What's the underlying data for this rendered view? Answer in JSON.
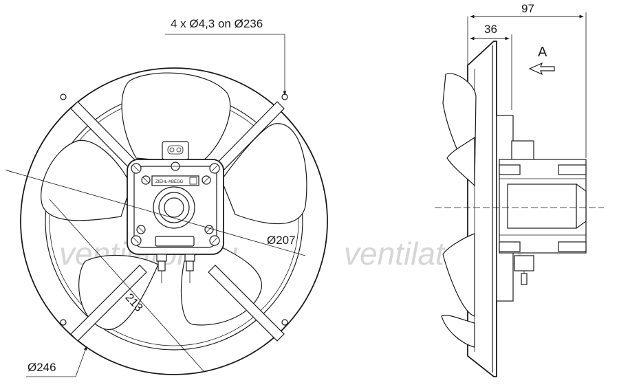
{
  "dimensions": {
    "mounting_holes": "4 x Ø4,3 on Ø236",
    "inner_diameter": "Ø207",
    "spoke_span": "213",
    "outer_diameter": "Ø246",
    "total_depth": "97",
    "front_depth": "36"
  },
  "front_view": {
    "brand_label": "ZIEHL-ABEGG"
  },
  "side_view": {
    "airflow_label": "A"
  },
  "watermark": {
    "left": "ventilatory.ru",
    "right": "ventilatory.ru"
  }
}
